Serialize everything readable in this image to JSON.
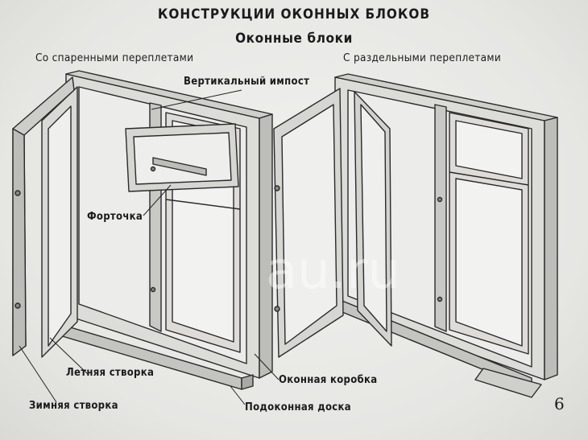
{
  "title": "КОНСТРУКЦИИ ОКОННЫХ БЛОКОВ",
  "subtitle": "Оконные блоки",
  "sections": {
    "left": "Со спаренными переплетами",
    "right": "С раздельными переплетами"
  },
  "labels": {
    "impost": "Вертикальный импост",
    "fortochka": "Форточка",
    "letnyaya": "Летняя створка",
    "zimnyaya": "Зимняя створка",
    "korobka": "Оконная коробка",
    "doska": "Подоконная доска"
  },
  "page_number": "6",
  "watermark": "au.ru"
}
